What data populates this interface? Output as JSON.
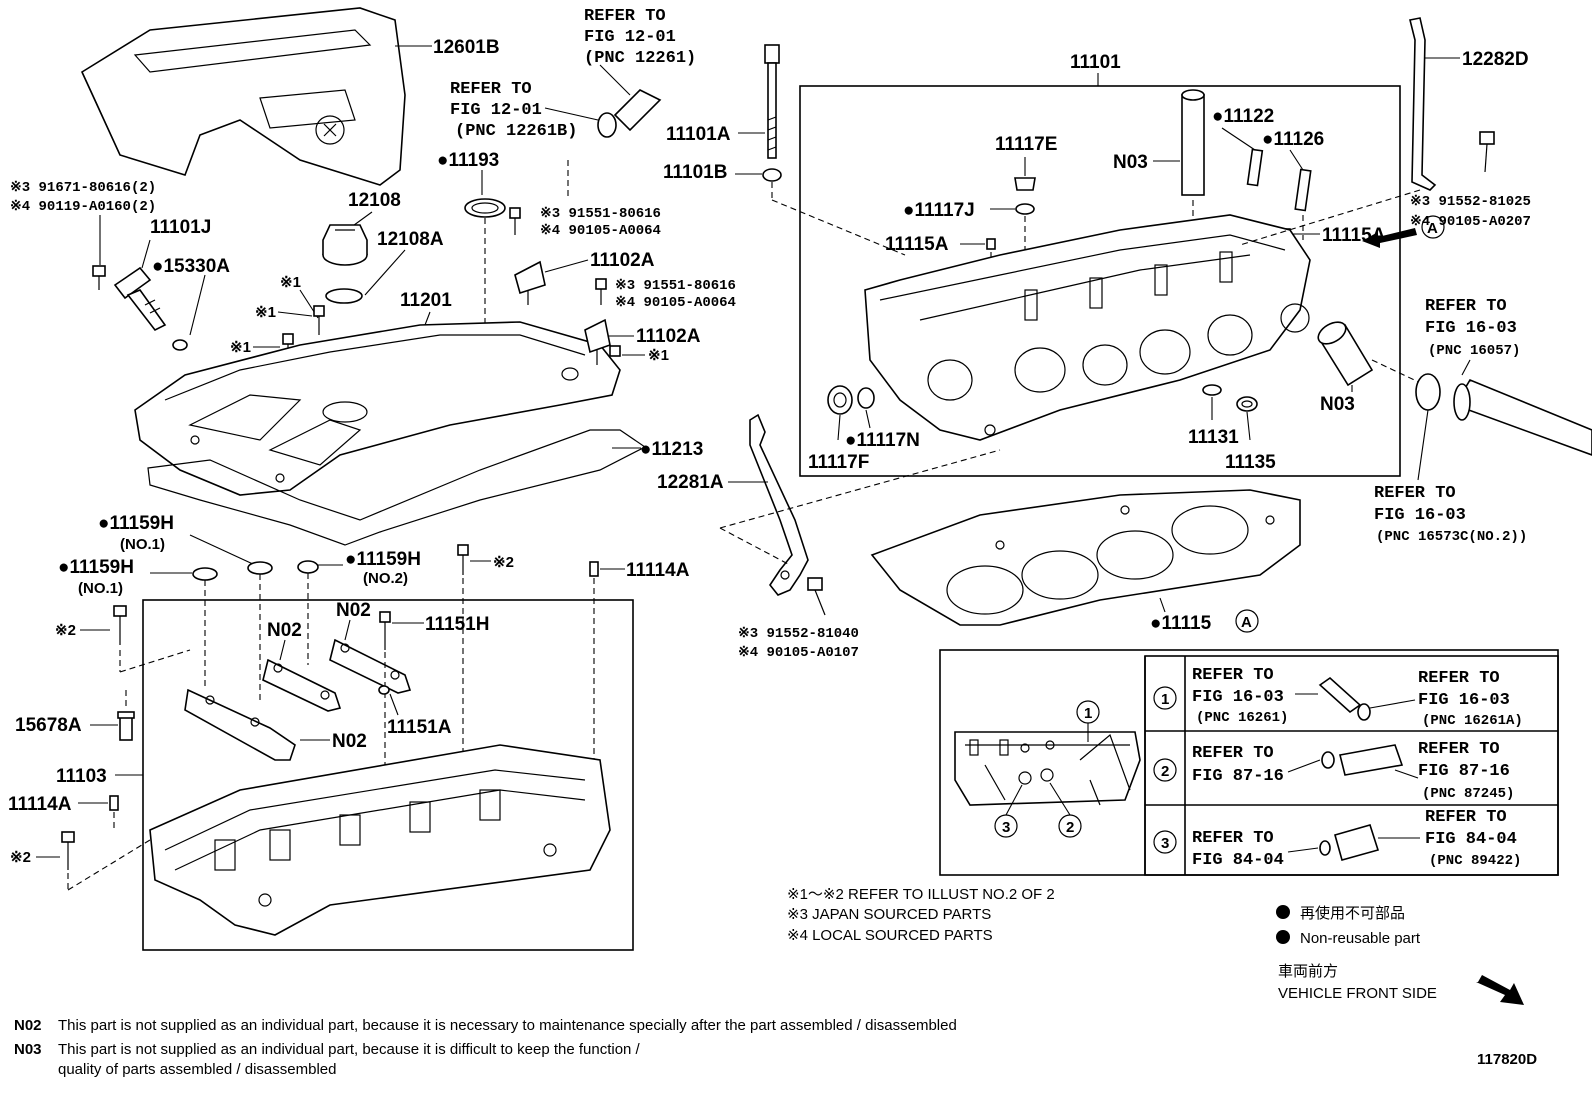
{
  "labels": {
    "p12601B": "12601B",
    "refer_1201_title": "REFER TO",
    "refer_1201_fig": "FIG 12-01",
    "refer_1201_pnc": "(PNC 12261)",
    "refer_1201b_title": "REFER TO",
    "refer_1201b_fig": "FIG 12-01",
    "refer_1201b_pnc": "(PNC 12261B)",
    "p11193": "●11193",
    "note3_91671": "※3 91671-80616(2)",
    "note4_90119": "※4 90119-A0160(2)",
    "p11101J": "11101J",
    "p15330A": "●15330A",
    "p12108": "12108",
    "p12108A": "12108A",
    "x1_a": "※1",
    "x1_b": "※1",
    "x1_c": "※1",
    "x1_d": "※1",
    "p11201": "11201",
    "note3_91551_a": "※3 91551-80616",
    "note4_90105_a": "※4 90105-A0064",
    "p11102A_a": "11102A",
    "note3_91551_b": "※3 91551-80616",
    "note4_90105_b": "※4 90105-A0064",
    "p11102A_b": "11102A",
    "p11213": "●11213",
    "p11159H_a": "●11159H",
    "no1_a": "(NO.1)",
    "p11159H_b": "●11159H",
    "no1_b": "(NO.1)",
    "p11159H_c": "●11159H",
    "no2": "(NO.2)",
    "x2_a": "※2",
    "p11114A": "11114A",
    "x2_b": "※2",
    "N02_a": "N02",
    "N02_b": "N02",
    "p11151H": "11151H",
    "p11151A": "11151A",
    "N02_c": "N02",
    "p15678A": "15678A",
    "p11103": "11103",
    "p11114A_b": "11114A",
    "x2_c": "※2",
    "p11101A": "11101A",
    "p11101B": "11101B",
    "p11101": "11101",
    "p11117E": "11117E",
    "p11117J": "●11117J",
    "N03_a": "N03",
    "p11122": "●11122",
    "p11126": "●11126",
    "p11115A_a": "11115A",
    "p11115A_b": "11115A",
    "p12282D": "12282D",
    "note3_91552_a": "※3 91552-81025",
    "note4_90105_c": "※4 90105-A0207",
    "circleA_a": "A",
    "refer_1603_title": "REFER TO",
    "refer_1603_fig": "FIG 16-03",
    "refer_1603_pnc": "(PNC 16057)",
    "N03_b": "N03",
    "p11117F": "11117F",
    "p11117N": "●11117N",
    "p11131": "11131",
    "p11135": "11135",
    "p12281A": "12281A",
    "refer_1603b_title": "REFER TO",
    "refer_1603b_fig": "FIG 16-03",
    "refer_1603b_pnc": "(PNC 16573C(NO.2))",
    "note3_91552_b": "※3 91552-81040",
    "note4_90105_d": "※4 90105-A0107",
    "p11115": "●11115",
    "circleA_b": "A"
  },
  "detail_table": {
    "rows": [
      {
        "num": "1",
        "left_title": "REFER TO",
        "left_fig": "FIG 16-03",
        "left_pnc": "(PNC 16261)",
        "right_title": "REFER TO",
        "right_fig": "FIG 16-03",
        "right_pnc": "(PNC 16261A)"
      },
      {
        "num": "2",
        "left_title": "REFER TO",
        "left_fig": "FIG 87-16",
        "left_pnc": "",
        "right_title": "REFER TO",
        "right_fig": "FIG 87-16",
        "right_pnc": "(PNC 87245)"
      },
      {
        "num": "3",
        "left_title": "REFER TO",
        "left_fig": "FIG 84-04",
        "left_pnc": "",
        "right_title": "REFER TO",
        "right_fig": "FIG 84-04",
        "right_pnc": "(PNC 89422)"
      }
    ],
    "inset_callouts": [
      "1",
      "3",
      "2"
    ]
  },
  "notes": {
    "illust_ref": "※1～※2  REFER TO ILLUST NO.2 OF 2",
    "japan": "※3 JAPAN SOURCED PARTS",
    "local": "※4 LOCAL SOURCED PARTS"
  },
  "legend": {
    "nonreusable_jp": "再使用不可部品",
    "nonreusable_en": "Non-reusable part",
    "front_jp": "車両前方",
    "front_en": "VEHICLE FRONT SIDE"
  },
  "footnotes": {
    "n02_code": "N02",
    "n02_text": "This part is not supplied as an individual part, because it is necessary to maintenance specially after the part assembled / disassembled",
    "n03_code": "N03",
    "n03_text": "This part is not supplied as an individual part, because it is difficult to keep the function /",
    "n03_text2": "quality of parts  assembled / disassembled",
    "figure_id": "117820D"
  }
}
